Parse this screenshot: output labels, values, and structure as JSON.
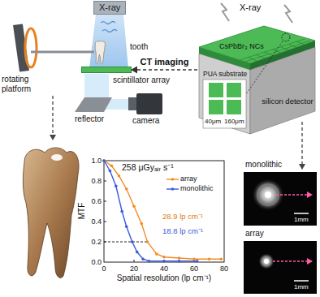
{
  "diagram": {
    "nodes": [
      {
        "text": [
          "X-ray"
        ]
      },
      {
        "text": [
          "scintillator array"
        ]
      },
      {
        "text": [
          "silicon detector"
        ]
      }
    ],
    "edges": [
      {
        "from": 2,
        "to": 1,
        "label": "CT imaging",
        "arrow": "to"
      }
    ],
    "labels": [
      "rotating platform",
      "tooth",
      "reflector",
      "camera",
      "X-ray",
      "CsPbBr₃ NCs",
      "PUA substrate",
      "40μm",
      "160μm",
      "258 μGyₐᵢᵣ s⁻¹",
      "MTF",
      "1.0",
      "0.8",
      "0.6",
      "0.4",
      "0.2",
      "0.0",
      "0",
      "20",
      "40",
      "60",
      "80",
      "Spatial resolution (lp cm⁻¹)",
      "28.9 lp cm⁻¹",
      "18.8 lp cm⁻¹",
      "monolithic",
      "1mm",
      "array",
      "1mm"
    ],
    "legend": [
      {
        "text": "array"
      },
      {
        "text": "monolithic"
      }
    ]
  }
}
